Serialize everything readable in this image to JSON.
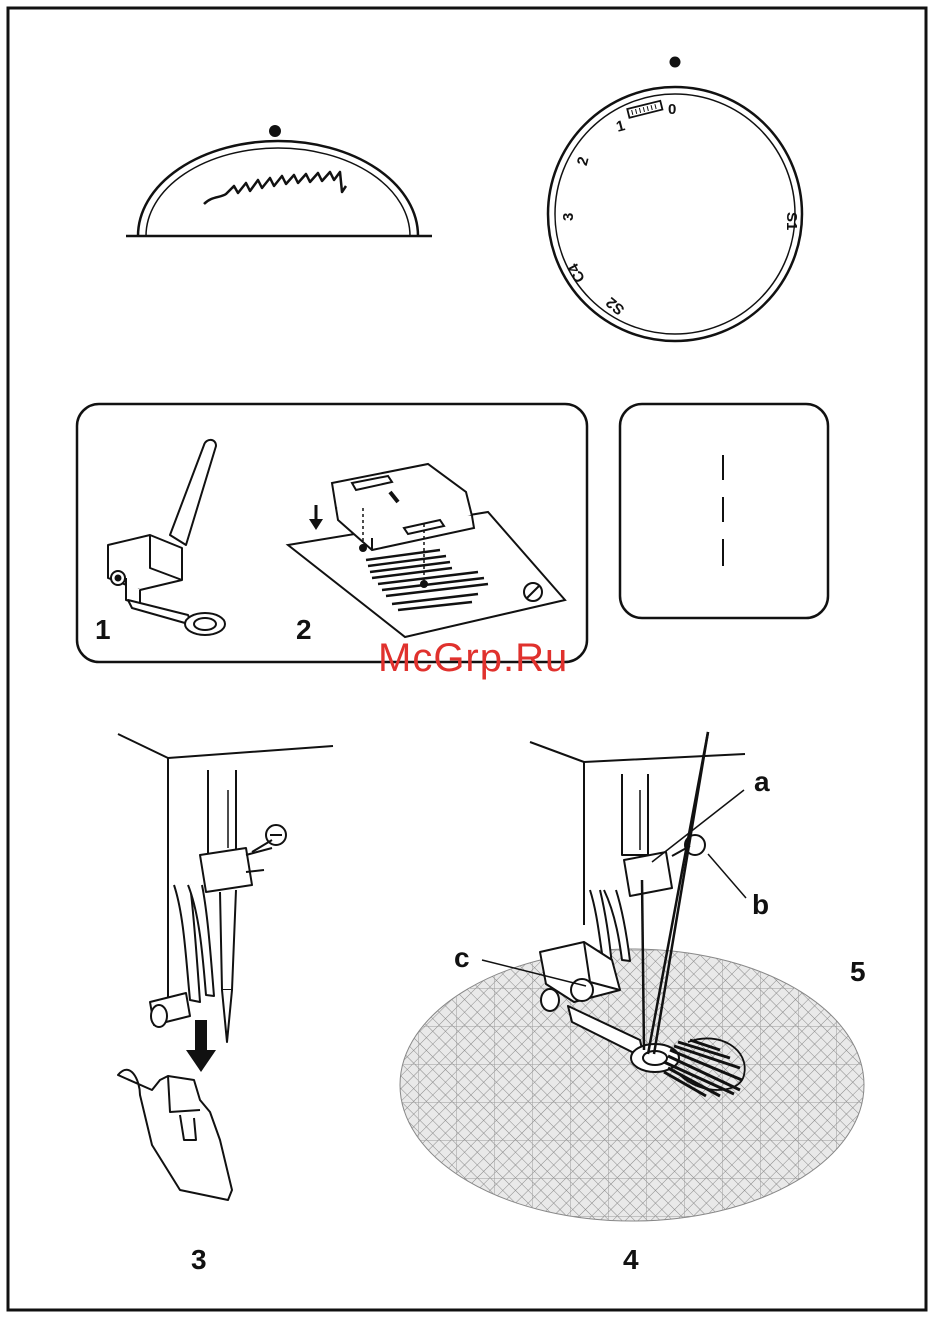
{
  "dial_top_labels": [
    "1",
    "0"
  ],
  "dial_left_labels": [
    "2",
    "3",
    "C4",
    "S2"
  ],
  "dial_right_labels": [
    "S1"
  ],
  "panel_labels": [
    "1",
    "2"
  ],
  "figure_labels": {
    "fig3": "3",
    "fig4": "4",
    "fig5": "5"
  },
  "part_labels": {
    "a": "a",
    "b": "b",
    "c": "c"
  },
  "watermark": "McGrp.Ru",
  "colors": {
    "ink": "#111111",
    "watermark": "#e0312d",
    "fabric": "#bdbdbd"
  }
}
